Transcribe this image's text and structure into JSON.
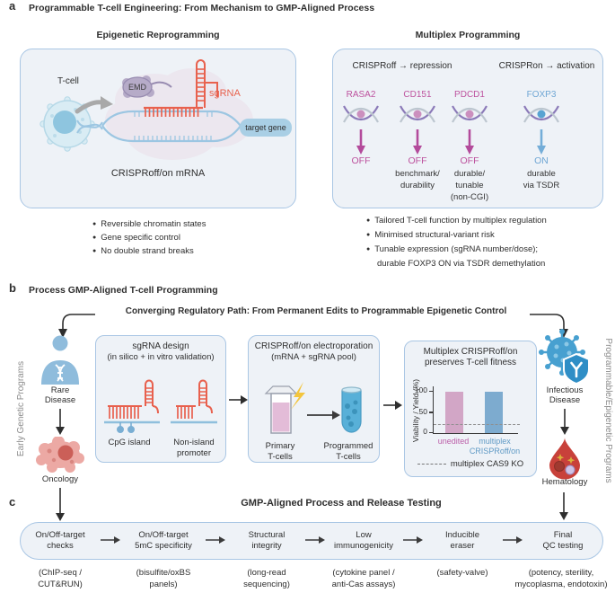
{
  "ui": {
    "bullet": "●"
  },
  "colors": {
    "box_fill": "#eef2f7",
    "box_border": "#a9c6e4",
    "gene_pink": "#bd529e",
    "gene_blue": "#6fa6d4",
    "sgrna_red": "#e8614e",
    "bar_pink": "#d2a6c6",
    "bar_blue": "#7dabcf",
    "side_label_gray": "#8c8c8c"
  },
  "panel_a": {
    "label": "a",
    "title": "Programmable T-cell Engineering: From Mechanism to GMP-Aligned Process",
    "epigenetic": {
      "subtitle": "Epigenetic Reprogramming",
      "tcell_label": "T-cell",
      "emd_label": "EMD",
      "sgrna_label": "sgRNA",
      "target_gene_label": "target gene",
      "caption": "CRISPRoff/on mRNA",
      "bullets": [
        "Reversible chromatin states",
        "Gene specific control",
        "No double strand breaks"
      ]
    },
    "multiplex": {
      "subtitle": "Multiplex Programming",
      "header_repression": "CRISPRoff → repression",
      "header_activation": "CRISPRon → activation",
      "columns": [
        {
          "gene": "RASA2",
          "state": "OFF",
          "note1": "",
          "note2": "",
          "note3": ""
        },
        {
          "gene": "CD151",
          "state": "OFF",
          "note1": "benchmark/",
          "note2": "durability",
          "note3": ""
        },
        {
          "gene": "PDCD1",
          "state": "OFF",
          "note1": "durable/",
          "note2": "tunable",
          "note3": "(non-CGI)"
        },
        {
          "gene": "FOXP3",
          "state": "ON",
          "note1": "durable",
          "note2": "via TSDR",
          "note3": ""
        }
      ],
      "bullets": [
        "Tailored T-cell function by multiplex regulation",
        "Minimised structural-variant risk",
        "Tunable expression (sgRNA number/dose);",
        "durable FOXP3 ON via TSDR demethylation"
      ]
    }
  },
  "panel_b": {
    "label": "b",
    "title": "Process GMP-Aligned T-cell Programming",
    "converge_title": "Converging Regulatory Path: From Permanent Edits to Programmable Epigenetic Control",
    "left_track": {
      "vertical_label": "Early Genetic Programs",
      "node1_line1": "Rare",
      "node1_line2": "Disease",
      "node2": "Oncology"
    },
    "right_track": {
      "vertical_label": "Programmable/Epigenetic Programs",
      "node1_line1": "Infectious",
      "node1_line2": "Disease",
      "node2": "Hematology"
    },
    "design_box": {
      "title": "sgRNA design",
      "subtitle": "(in silico + in vitro validation)",
      "label_cpg": "CpG island",
      "label_nonisland_1": "Non-island",
      "label_nonisland_2": "promoter"
    },
    "electroporation_box": {
      "title": "CRISPRoff/on electroporation",
      "subtitle": "(mRNA + sgRNA pool)",
      "primary_1": "Primary",
      "primary_2": "T-cells",
      "programmed_1": "Programmed",
      "programmed_2": "T-cells"
    },
    "fitness_box": {
      "title_1": "Multiplex CRISPRoff/on",
      "title_2": "preserves T-cell fitness",
      "legend": "multiplex CAS9 KO"
    }
  },
  "chart_data": {
    "type": "bar",
    "title": "Multiplex CRISPRoff/on preserves T-cell fitness",
    "ylabel": "Viability / Yield (%)",
    "ylim": [
      0,
      110
    ],
    "yticks": [
      0,
      50,
      100
    ],
    "ytick_display": [
      "100",
      "50",
      "0"
    ],
    "categories": [
      "unedited",
      "multiplex CRISPRoff/on"
    ],
    "category_labels": [
      [
        "unedited"
      ],
      [
        "multiplex",
        "CRISPRoff/on"
      ]
    ],
    "values": [
      98,
      98
    ],
    "bar_colors": [
      "#d2a6c6",
      "#7dabcf"
    ],
    "reference_line": {
      "value": 20,
      "label": "multiplex CAS9 KO",
      "style": "dashed"
    },
    "grid": false,
    "legend_position": "below"
  },
  "panel_c": {
    "label": "c",
    "title": "GMP-Aligned Process and Release Testing",
    "steps": [
      {
        "line1": "On/Off-target",
        "line2": "checks",
        "sub1": "(ChIP-seq /",
        "sub2": "CUT&RUN)"
      },
      {
        "line1": "On/Off-target",
        "line2": "5mC specificity",
        "sub1": "(bisulfite/oxBS",
        "sub2": "panels)"
      },
      {
        "line1": "Structural",
        "line2": "integrity",
        "sub1": "(long-read",
        "sub2": "sequencing)"
      },
      {
        "line1": "Low",
        "line2": "immunogenicity",
        "sub1": "(cytokine panel /",
        "sub2": "anti-Cas assays)"
      },
      {
        "line1": "Inducible",
        "line2": "eraser",
        "sub1": "(safety-valve)",
        "sub2": ""
      },
      {
        "line1": "Final",
        "line2": "QC testing",
        "sub1": "(potency, sterility,",
        "sub2": "mycoplasma, endotoxin)"
      }
    ]
  }
}
